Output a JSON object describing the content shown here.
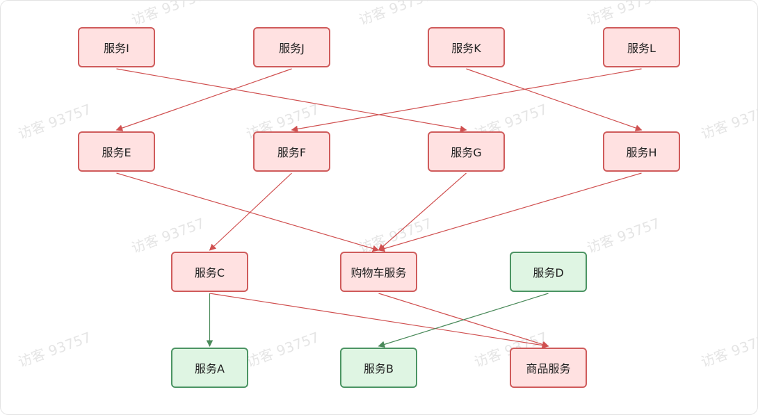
{
  "watermark_text": "访客 93757",
  "colors": {
    "red_border": "#cf5b5b",
    "red_fill": "#ffe1e1",
    "red_edge": "#d05050",
    "green_border": "#4b9463",
    "green_fill": "#dff5e3",
    "green_edge": "#4a8a5a"
  },
  "nodes": {
    "I": "服务I",
    "J": "服务J",
    "K": "服务K",
    "L": "服务L",
    "E": "服务E",
    "F": "服务F",
    "G": "服务G",
    "H": "服务H",
    "C": "服务C",
    "Cart": "购物车服务",
    "D": "服务D",
    "A": "服务A",
    "B": "服务B",
    "Goods": "商品服务"
  },
  "edges": [
    {
      "from": "I",
      "to": "G",
      "color": "red"
    },
    {
      "from": "J",
      "to": "E",
      "color": "red"
    },
    {
      "from": "K",
      "to": "H",
      "color": "red"
    },
    {
      "from": "L",
      "to": "F",
      "color": "red"
    },
    {
      "from": "E",
      "to": "Cart",
      "color": "red"
    },
    {
      "from": "F",
      "to": "C",
      "color": "red"
    },
    {
      "from": "G",
      "to": "Cart",
      "color": "red"
    },
    {
      "from": "H",
      "to": "Cart",
      "color": "red"
    },
    {
      "from": "C",
      "to": "A",
      "color": "green"
    },
    {
      "from": "C",
      "to": "Goods",
      "color": "red"
    },
    {
      "from": "Cart",
      "to": "Goods",
      "color": "red"
    },
    {
      "from": "D",
      "to": "B",
      "color": "green"
    }
  ]
}
